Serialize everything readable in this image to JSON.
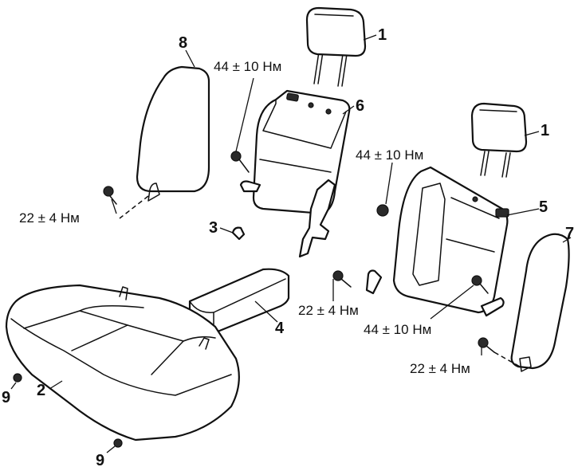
{
  "callouts": {
    "headrest_left": "1",
    "headrest_right": "1",
    "cushion": "2",
    "clip": "3",
    "armrest": "4",
    "back_right": "5",
    "back_left": "6",
    "side_right": "7",
    "side_left": "8",
    "nut_left": "9",
    "nut_bottom": "9"
  },
  "torques": {
    "t1": "44 ± 10 Нм",
    "t2": "22 ± 4 Нм",
    "t3": "44 ± 10 Нм",
    "t4": "22 ± 4 Нм",
    "t5": "44 ± 10 Нм",
    "t6": "22 ± 4 Нм"
  }
}
